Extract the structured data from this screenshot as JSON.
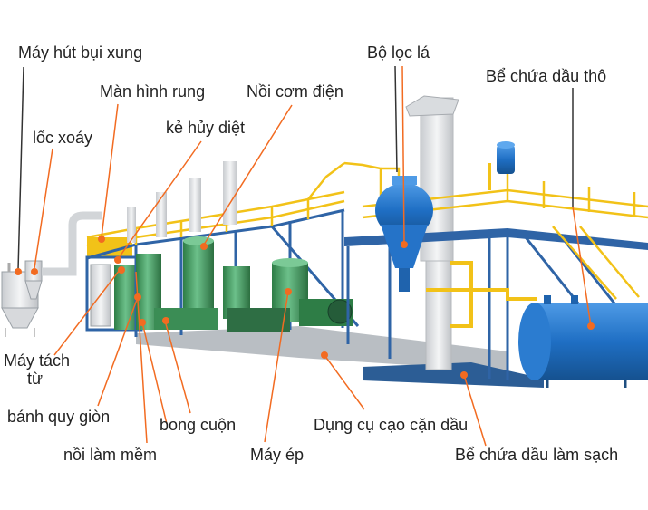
{
  "labels": {
    "may_hut_bui_xung": "Máy hút bụi xung",
    "man_hinh_rung": "Màn hình rung",
    "loc_xoay": "lốc xoáy",
    "ke_huy_diet": "kẻ hủy diệt",
    "noi_com_dien": "Nồi cơm điện",
    "bo_loc_la": "Bộ lọc lá",
    "be_chua_dau_tho": "Bể chứa dầu thô",
    "may_tach_tu_line1": "Máy tách",
    "may_tach_tu_line2": "từ",
    "banh_quy_gion": "bánh quy giòn",
    "bong_cuon": "bong cuộn",
    "noi_lam_mem": "nồi làm mềm",
    "may_ep": "Máy ép",
    "dung_cu_cao_can_dau": "Dụng cụ cạo cặn dầu",
    "be_chua_dau_lam_sach": "Bể chứa dầu làm sạch"
  },
  "colors": {
    "leader_line": "#f26b21",
    "marker": "#f26b21",
    "frame_blue": "#2f64a6",
    "railing_yellow": "#f2c218",
    "machine_green": "#3f9a5a",
    "tank_blue": "#1f6fc4",
    "elevator_white": "#e6e8ea"
  }
}
